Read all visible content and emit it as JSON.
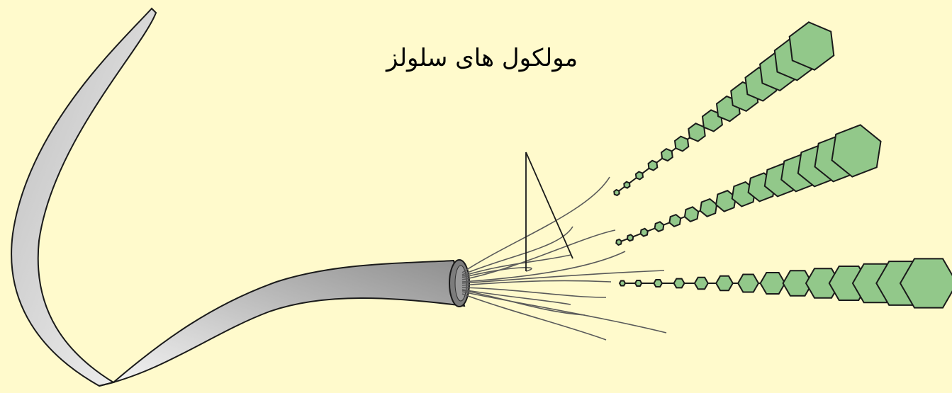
{
  "diagram": {
    "label": "مولکول های سلولز",
    "colors": {
      "background": "#fffacc",
      "hexagon_fill": "#92c88a",
      "hexagon_stroke": "#1a1a1a",
      "fiber_light": "#f6f6f6",
      "fiber_dark": "#8e8e8e",
      "outline": "#1a1a1a"
    },
    "elements": [
      "cotton-fiber",
      "microfibril-strands",
      "cellulose-chain",
      "label-pointer-lines"
    ]
  }
}
